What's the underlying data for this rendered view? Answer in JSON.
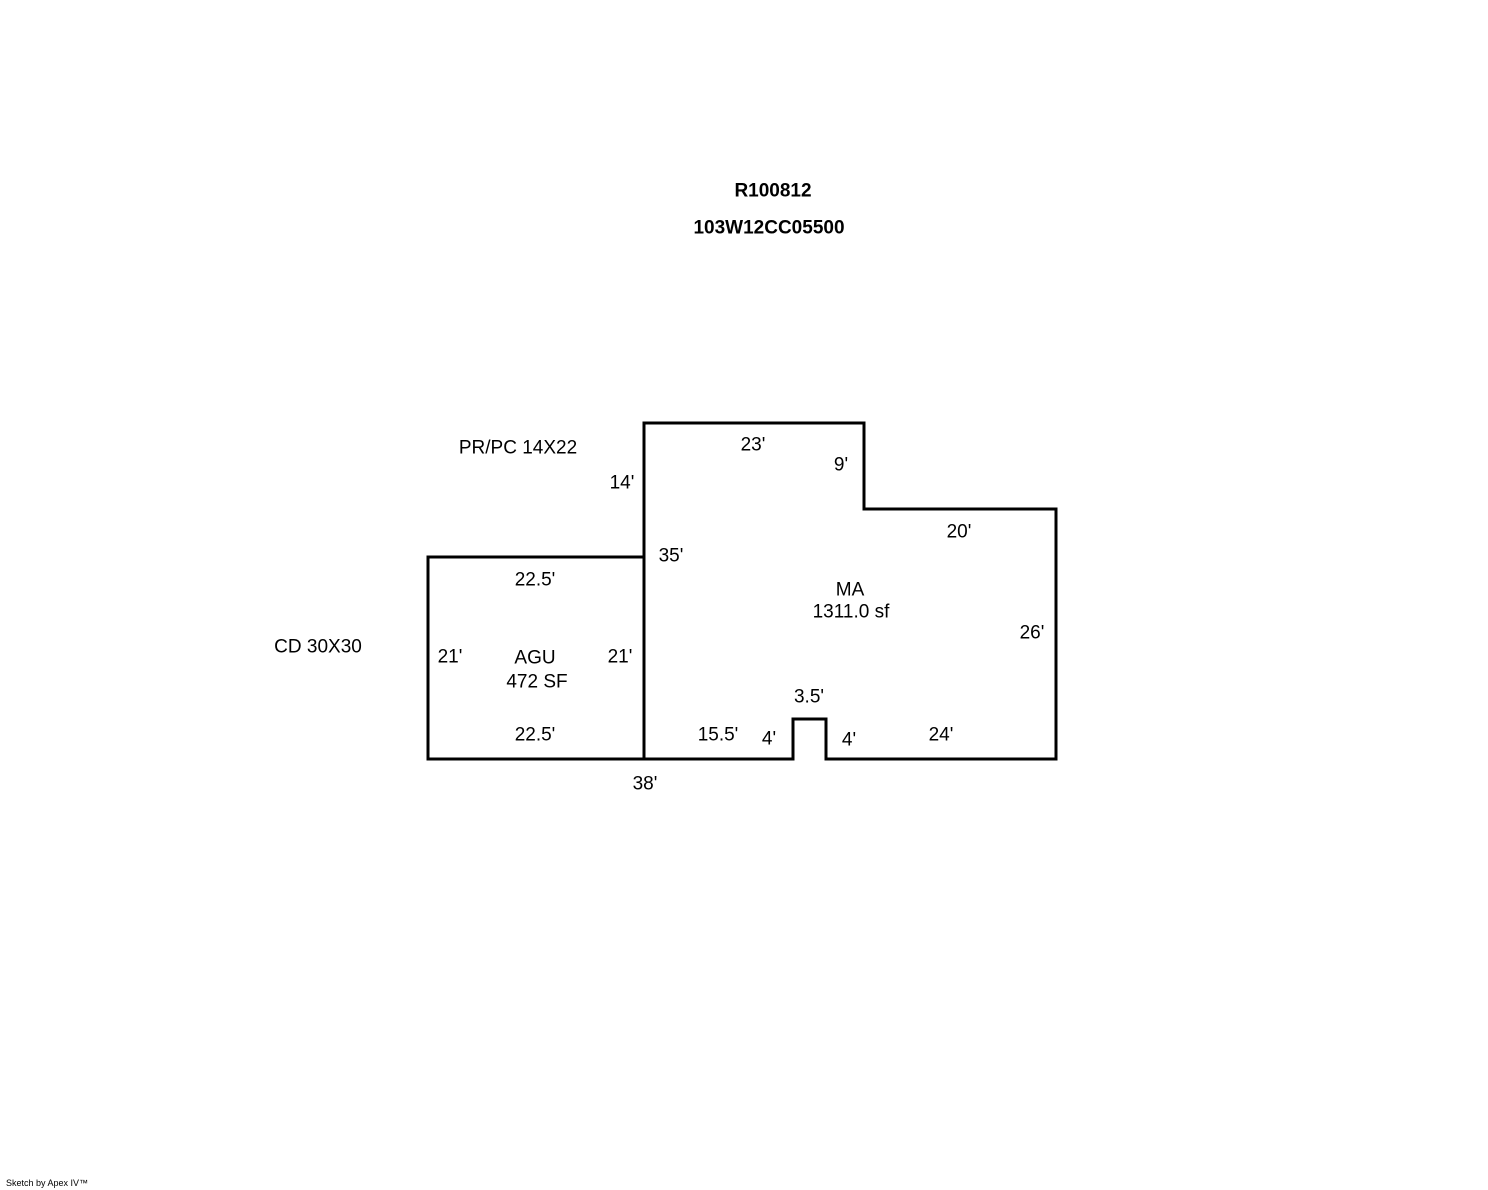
{
  "header": {
    "record_id": "R100812",
    "parcel_id": "103W12CC05500"
  },
  "labels": {
    "pr_pc": "PR/PC 14X22",
    "cd": "CD 30X30",
    "ma_name": "MA",
    "ma_area": "1311.0 sf",
    "agu_name": "AGU",
    "agu_area": "472 SF"
  },
  "dimensions": {
    "ma_top": "23'",
    "ma_notch_side": "9'",
    "ma_step_top": "20'",
    "ma_right": "26'",
    "ma_bottom_right": "24'",
    "ma_bump_right": "4'",
    "ma_bump_top": "3.5'",
    "ma_bump_left": "4'",
    "ma_bottom_left": "15.5'",
    "ma_left": "35'",
    "ma_left_upper": "14'",
    "ma_bottom_total": "38'",
    "agu_top": "22.5'",
    "agu_bottom": "22.5'",
    "agu_left": "21'",
    "agu_right": "21'"
  },
  "footer": {
    "credit": "Sketch by Apex IV™"
  }
}
